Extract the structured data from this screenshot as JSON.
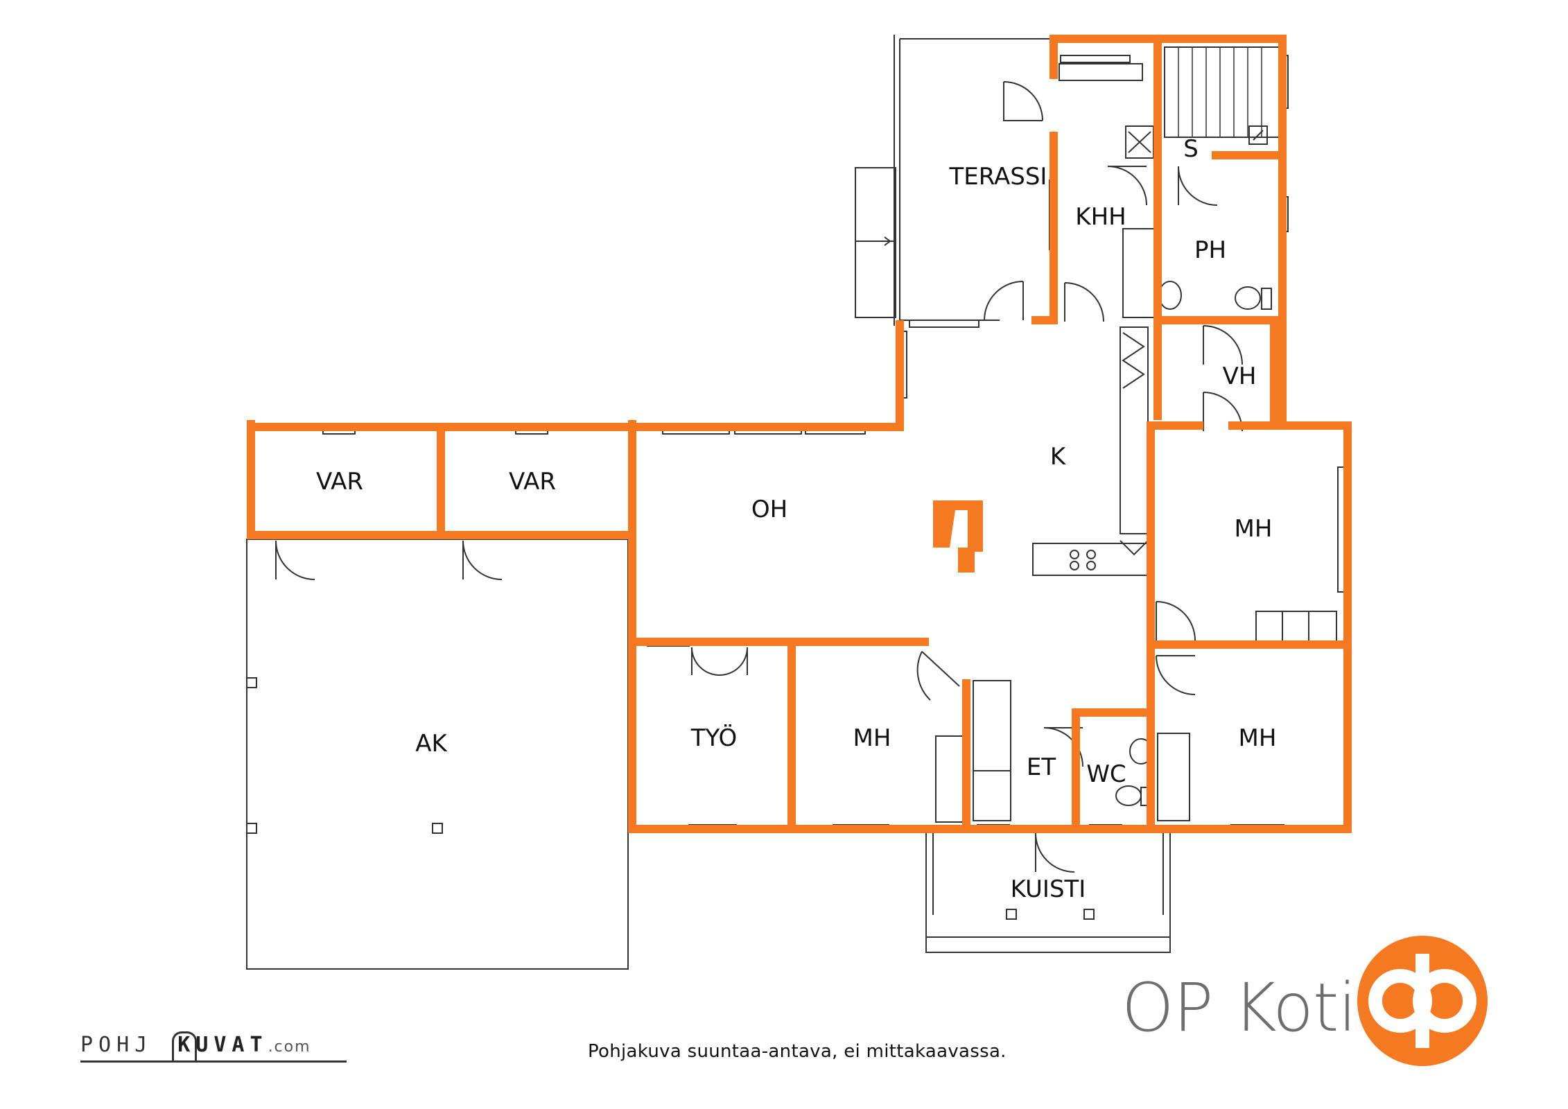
{
  "rooms": {
    "terassi": "TERASSI",
    "khh": "KHH",
    "s": "S",
    "ph": "PH",
    "vh": "VH",
    "k": "K",
    "var1": "VAR",
    "var2": "VAR",
    "oh": "OH",
    "mh_east_upper": "MH",
    "ak": "AK",
    "tyo": "TYÖ",
    "mh_middle": "MH",
    "et": "ET",
    "wc": "WC",
    "mh_east_lower": "MH",
    "kuisti": "KUISTI"
  },
  "caption": "Pohjakuva suuntaa-antava, ei mittakaavassa.",
  "brand": {
    "name": "OP Koti",
    "color": "#f47920",
    "text_color": "#6d6e70"
  },
  "watermark": {
    "part1": "POHJ",
    "part2": "KUVAT",
    "suffix": ".com"
  },
  "colors": {
    "wall": "#f47920",
    "line": "#333333"
  }
}
